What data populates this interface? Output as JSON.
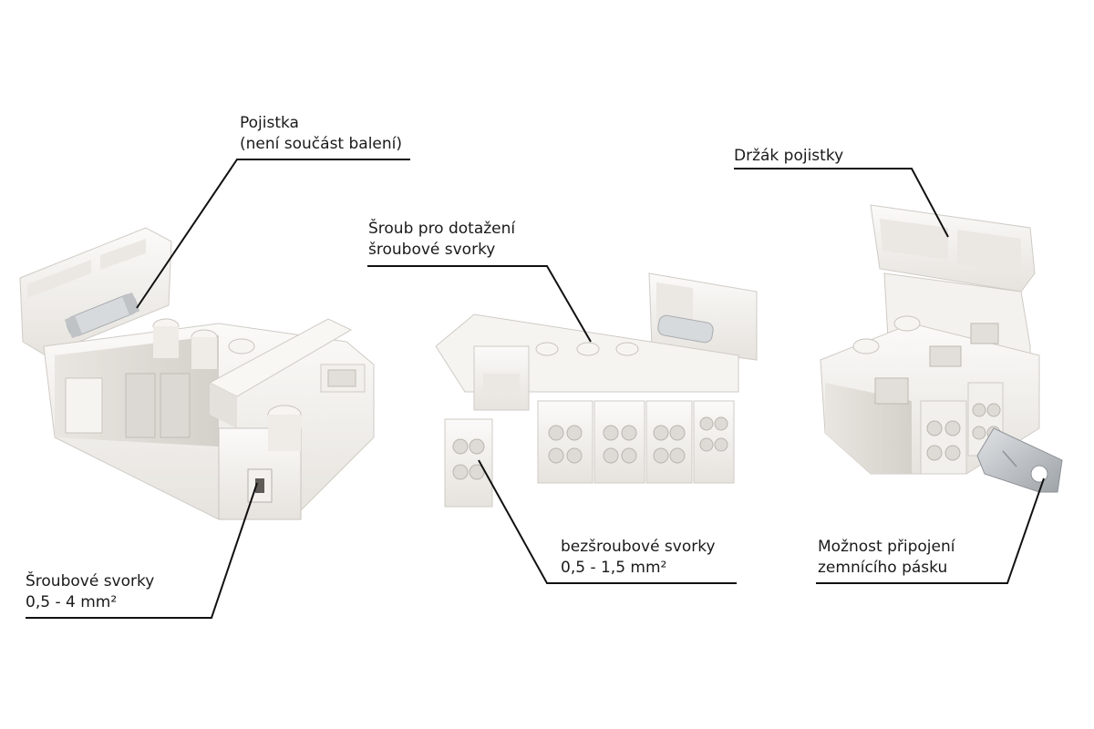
{
  "labels": {
    "fuse": {
      "line1": "Pojistka",
      "line2": "(není součást balení)"
    },
    "screw_for_terminal": {
      "line1": "Šroub pro dotažení",
      "line2": "šroubové svorky"
    },
    "fuse_holder": {
      "line1": "Držák pojistky"
    },
    "screw_terminals": {
      "line1": "Šroubové svorky",
      "line2": "0,5 - 4 mm²"
    },
    "screwless_terminals": {
      "line1": "bezšroubové svorky",
      "line2": "0,5 - 1,5 mm²"
    },
    "ground_strip": {
      "line1": "Možnost připojení",
      "line2": "zemnícího pásku"
    }
  },
  "colors": {
    "product_body": "#f4f2ee",
    "product_shadow": "#d9d6d0",
    "product_edge": "#bdb9b2",
    "leader_line": "#111111",
    "metal_strip": "#b8bcc0"
  }
}
